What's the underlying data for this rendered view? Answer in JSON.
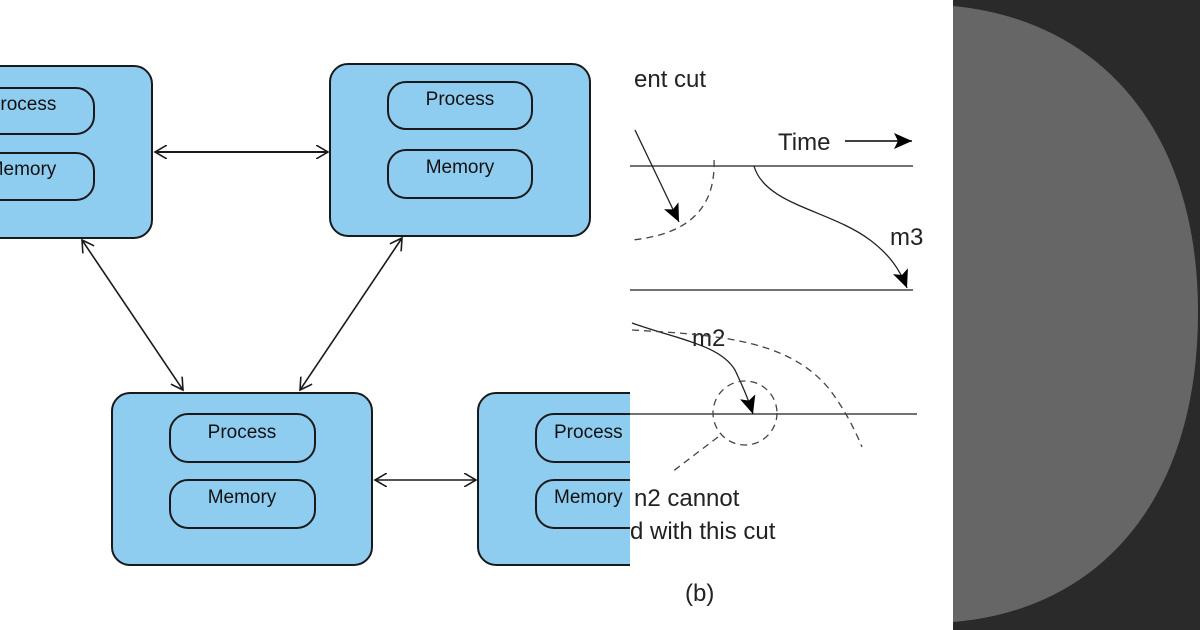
{
  "colors": {
    "box_fill": "#8fcdf0",
    "stroke": "#1a1a1a",
    "dark_panel": "#2a2a2a",
    "circle": "#666666"
  },
  "left_diagram": {
    "nodes": [
      {
        "process": "Process",
        "memory": "Memory"
      },
      {
        "process": "Process",
        "memory": "Memory"
      },
      {
        "process": "Process",
        "memory": "Memory"
      },
      {
        "process": "Process",
        "memory": "Memory"
      }
    ]
  },
  "right_diagram": {
    "title_fragment": "ent cut",
    "time_label": "Time",
    "m3_label": "m3",
    "m2_label": "m2",
    "note_line1": "n2 cannot",
    "note_line2": "d with this cut",
    "caption": "(b)"
  }
}
